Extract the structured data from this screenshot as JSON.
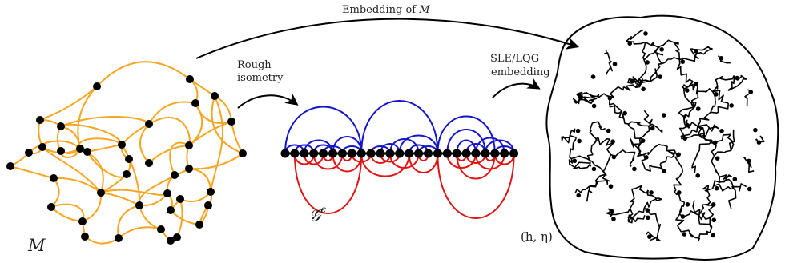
{
  "labels": {
    "top_arrow_text": "Embedding of",
    "top_arrow_symbol": "M",
    "rough_line1": "Rough",
    "rough_line2": "isometry",
    "sle_line1": "SLE/LQG",
    "sle_line2": "embedding",
    "map_symbol": "M",
    "graph_symbol": "𝒢",
    "graph_superscript": "ϵ",
    "pair_label": "(h, η)"
  },
  "colors": {
    "map_edges": "#f5a623",
    "upper_arcs": "#1414cc",
    "lower_arcs": "#e01414",
    "vertices": "#000000",
    "cells": "#000000"
  }
}
